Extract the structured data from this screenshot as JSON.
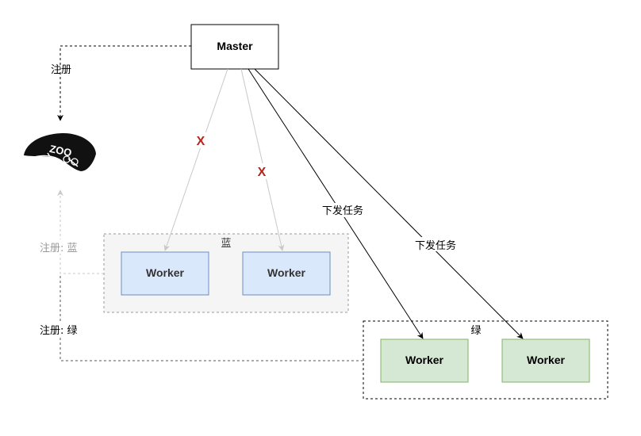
{
  "master": {
    "label": "Master"
  },
  "blue_group": {
    "label": "蓝",
    "workers": [
      "Worker",
      "Worker"
    ],
    "fill": "#f5f5f5",
    "worker_fill": "#dae8fc",
    "worker_stroke": "#6c8ebf"
  },
  "green_group": {
    "label": "绿",
    "workers": [
      "Worker",
      "Worker"
    ],
    "worker_fill": "#d5e8d4",
    "worker_stroke": "#82b366"
  },
  "zookeeper": {
    "icon": "zookeeper-logo-icon",
    "logo_text": "ZOO"
  },
  "edges": {
    "master_register": "注册",
    "blue_register": "注册: 蓝",
    "green_register": "注册: 绿",
    "blocked_mark_1": "X",
    "blocked_mark_2": "X",
    "dispatch_1": "下发任务",
    "dispatch_2": "下发任务"
  },
  "colors": {
    "blocked_edge": "#c8c8c8",
    "active_edge": "#000000",
    "blocked_mark": "#b5261e",
    "muted_text": "#999999"
  }
}
